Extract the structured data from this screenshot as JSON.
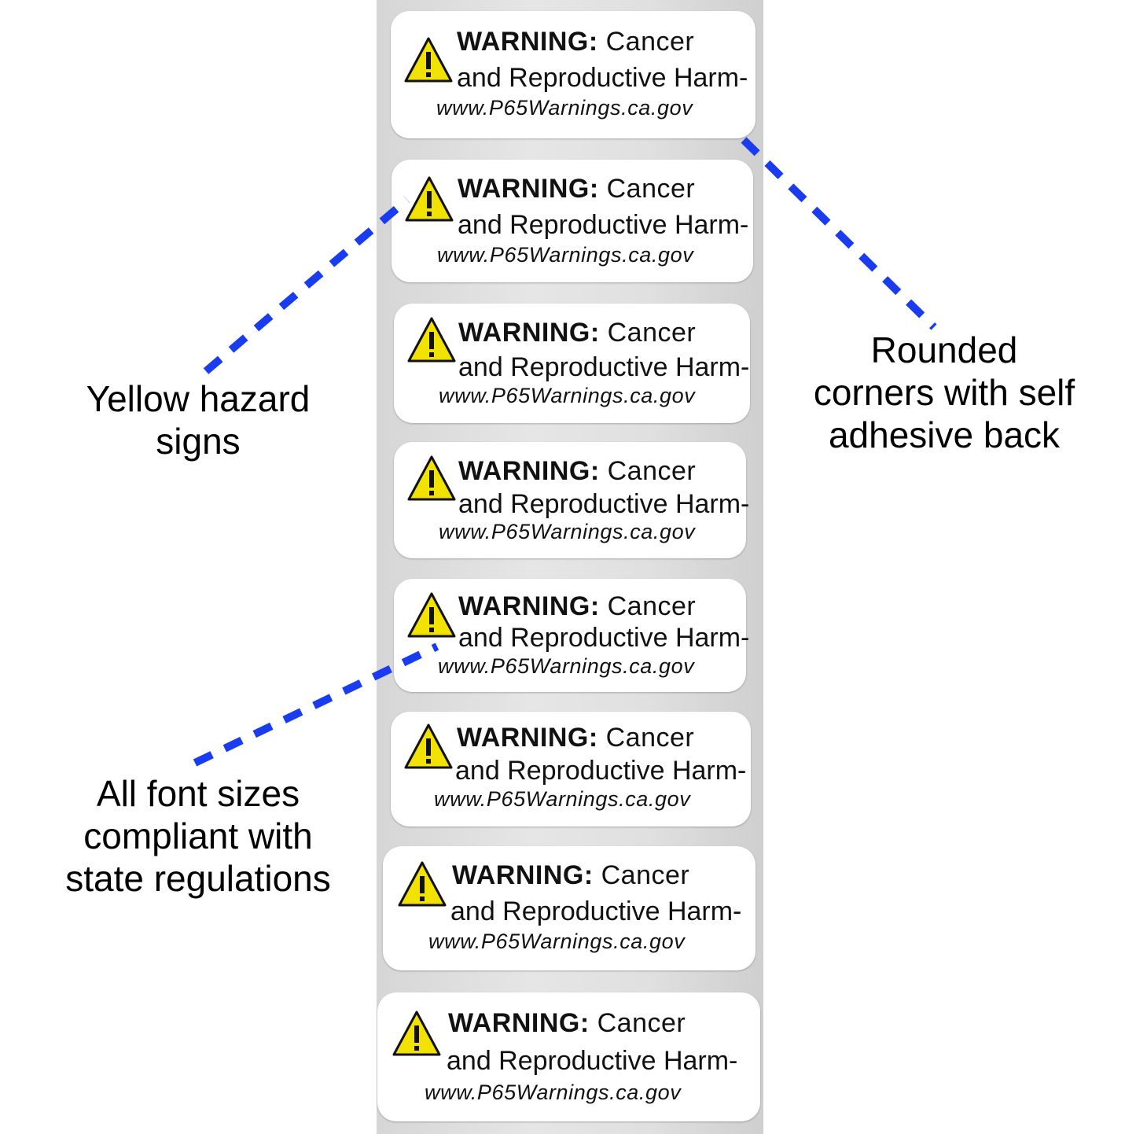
{
  "labels": [
    {
      "warning": "WARNING:",
      "warning_rest": " Cancer",
      "line2": "and Reproductive Harm-",
      "url": "www.P65Warnings.ca.gov"
    },
    {
      "warning": "WARNING:",
      "warning_rest": " Cancer",
      "line2": "and Reproductive Harm-",
      "url": "www.P65Warnings.ca.gov"
    },
    {
      "warning": "WARNING:",
      "warning_rest": " Cancer",
      "line2": "and Reproductive Harm-",
      "url": "www.P65Warnings.ca.gov"
    },
    {
      "warning": "WARNING:",
      "warning_rest": " Cancer",
      "line2": "and Reproductive Harm-",
      "url": "www.P65Warnings.ca.gov"
    },
    {
      "warning": "WARNING:",
      "warning_rest": " Cancer",
      "line2": "and Reproductive Harm-",
      "url": "www.P65Warnings.ca.gov"
    },
    {
      "warning": "WARNING:",
      "warning_rest": " Cancer",
      "line2": "and Reproductive Harm-",
      "url": "www.P65Warnings.ca.gov"
    },
    {
      "warning": "WARNING:",
      "warning_rest": " Cancer",
      "line2": "and Reproductive Harm-",
      "url": "www.P65Warnings.ca.gov"
    },
    {
      "warning": "WARNING:",
      "warning_rest": " Cancer",
      "line2": "and Reproductive Harm-",
      "url": "www.P65Warnings.ca.gov"
    }
  ],
  "annotations": {
    "yellow_line1": "Yellow hazard",
    "yellow_line2": "signs",
    "rounded_line1": "Rounded",
    "rounded_line2": "corners with self",
    "rounded_line3": "adhesive back",
    "font_line1": "All font sizes",
    "font_line2": "compliant with",
    "font_line3": "state regulations"
  },
  "colors": {
    "leader": "#1a3cf0",
    "hazard_fill": "#f2e200",
    "backing": "#dcdcdc"
  },
  "icons": [
    "warning-triangle-icon"
  ]
}
